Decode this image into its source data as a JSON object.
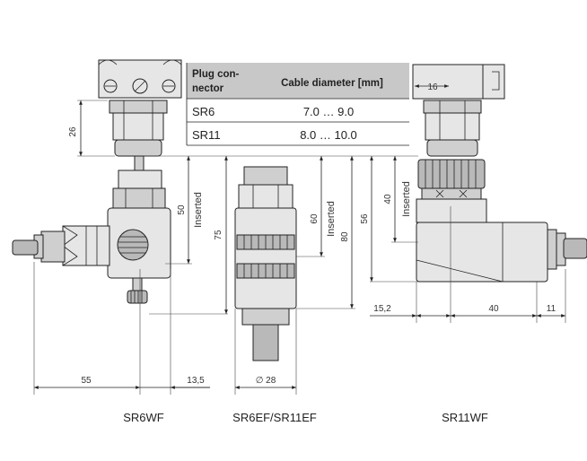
{
  "table": {
    "header_col1": [
      "Plug con-",
      "nector"
    ],
    "header_col2": "Cable diameter [mm]",
    "rows": [
      {
        "connector": "SR6",
        "diameter": "7.0 … 9.0"
      },
      {
        "connector": "SR11",
        "diameter": "8.0 … 10.0"
      }
    ]
  },
  "dimensions": {
    "d26": "26",
    "d50": "50",
    "inserted_a": "Inserted",
    "d75": "75",
    "d60": "60",
    "inserted_b": "Inserted",
    "d80": "80",
    "d56": "56",
    "d40v": "40",
    "inserted_c": "Inserted",
    "d16": "16",
    "d55": "55",
    "d13_5": "13,5",
    "d28": "∅ 28",
    "d15_2": "15,2",
    "d40h": "40",
    "d11": "11"
  },
  "labels": {
    "sr6wf": "SR6WF",
    "sr6ef": "SR6EF/SR11EF",
    "sr11wf": "SR11WF"
  },
  "colors": {
    "header_bg": "#c8c8c8",
    "line": "#222222"
  }
}
